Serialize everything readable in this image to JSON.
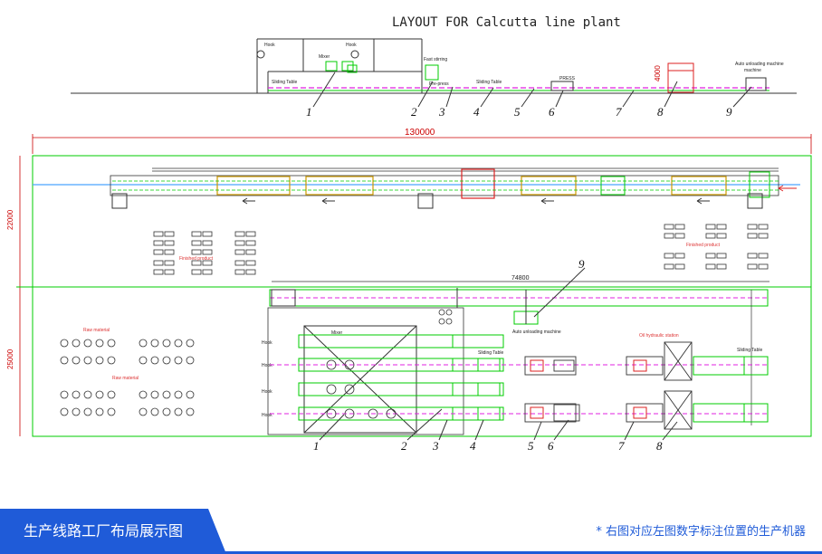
{
  "title": "LAYOUT FOR Calcutta line plant",
  "elevation_labels": {
    "hook_1": "Hook",
    "hook_2": "Hook",
    "mixer": "Mixer",
    "fast_stirring": "Fast stirring",
    "pre_press": "Pre-press",
    "sliding_table_1": "Sliding Table",
    "sliding_table_2": "Sliding Table",
    "press": "PRESS",
    "auto_unloading": "Auto unloading machine",
    "height_dim": "4000",
    "machine": "machine"
  },
  "callouts_top": [
    "1",
    "2",
    "3",
    "4",
    "5",
    "6",
    "7",
    "8",
    "9"
  ],
  "callouts_bottom": [
    "1",
    "2",
    "3",
    "4",
    "5",
    "6",
    "7",
    "8"
  ],
  "callout_plan_9": "9",
  "dimensions": {
    "overall_length": "130000",
    "inner_length": "74800",
    "left_upper": "22000",
    "left_lower": "25000"
  },
  "plan_labels": {
    "raw_material_1": "Raw material",
    "raw_material_2": "Raw material",
    "finished_product_1": "Finished product",
    "finished_product_2": "Finished product",
    "sliding_table_a": "Sliding Table",
    "sliding_table_b": "Sliding Table",
    "auto_unloading": "Auto unloading machine",
    "oil_hydraulic": "Oil hydraulic station",
    "hook_a": "Hook",
    "hook_b": "Hook",
    "hook_c": "Hook",
    "hook_d": "Hook",
    "mixer": "Mixer"
  },
  "footer": {
    "title": "生产线路工厂布局展示图",
    "note": "* 右图对应左图数字标注位置的生产机器"
  },
  "colors": {
    "accent": "#1f5bd8",
    "green": "#00cc00",
    "magenta": "#e020e0",
    "red": "#dd2222"
  }
}
